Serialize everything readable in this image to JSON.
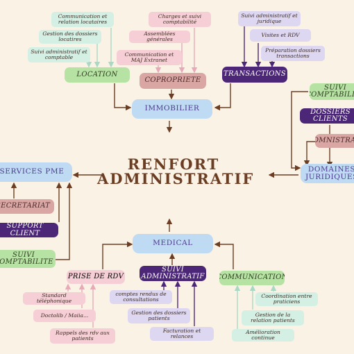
{
  "title": {
    "line1": "RENFORT",
    "line2": "ADMINISTRATIF"
  },
  "immobilier": {
    "hub": "IMMOBILIER",
    "location": {
      "label": "LOCATION",
      "items": [
        "Communication et relation locataires",
        "Gestion des dossiers locatires",
        "Suivi administratif et comptable"
      ]
    },
    "copropriete": {
      "label": "COPROPRIETE",
      "items": [
        "Charges et suivi comptabilité",
        "Assemblées générales",
        "Communication et MAJ Extranet"
      ]
    },
    "transactions": {
      "label": "TRANSACTIONS",
      "items": [
        "Suivi administratif et juridique",
        "Visites et RDV",
        "Préparation dossiers transactions"
      ]
    }
  },
  "services_pme": {
    "hub": "SERVICES PME",
    "items": [
      "SECRETARIAT",
      "SUPPORT CLIENT",
      "SUIVI COMPTABILITE"
    ]
  },
  "domaines_juridiques": {
    "hub": "DOMAINES JURIDIQUES",
    "items": [
      "SUIVI COMPTABILITE",
      "DOSSIERS CLIENTS",
      "ADMNISTRATIF"
    ]
  },
  "medical": {
    "hub": "MEDICAL",
    "prise_de_rdv": {
      "label": "PRISE DE RDV",
      "items": [
        "Standard téléphonique",
        "Doctolib / Maiia...",
        "Rappels des rdv aux patients"
      ]
    },
    "suivi_administratif": {
      "label": "SUIVI ADMINISTRATIF",
      "items": [
        "comptes rendus de consultations",
        "Gestion des dossiers patients",
        "Facturation et relances"
      ]
    },
    "communication": {
      "label": "COMMUNICATION",
      "items": [
        "Coordination entre praticiens",
        "Gestion de la relation patients",
        "Amélioration continue"
      ]
    }
  },
  "colors": {
    "background": "#fbf2e6",
    "arrow": "#6b3d22",
    "green": "#b6e2a4",
    "pink": "#f6cfd6",
    "lavender": "#ddd7f2",
    "mint": "#d4efe4",
    "purple": "#4d2777",
    "rose": "#d9a6a4",
    "blue": "#bfdbf4"
  }
}
